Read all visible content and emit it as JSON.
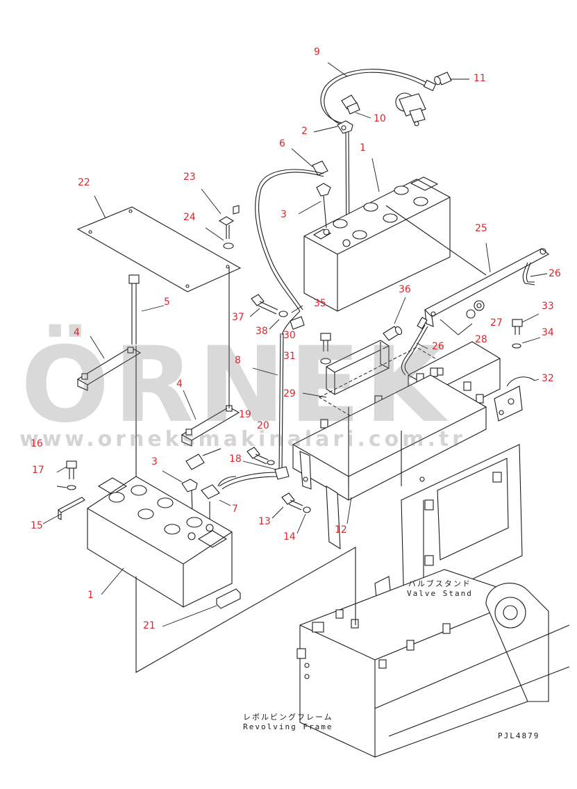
{
  "drawing": {
    "code": "PJL4879",
    "valve_stand_jp": "バルブスタンド",
    "valve_stand_en": "Valve Stand",
    "revolving_frame_jp": "レボルビングフレーム",
    "revolving_frame_en": "Revolving Frame"
  },
  "watermark": {
    "logo": "ÖRNEK",
    "url": "www.orneksmakinalari.com.tr"
  },
  "colors": {
    "callout": "#d9262c",
    "line": "#1a1a1a",
    "watermark": "#8a8a8a",
    "watermark_accent": "#f0c75a"
  },
  "callouts": [
    {
      "id": "c9",
      "label": "9"
    },
    {
      "id": "c11",
      "label": "11"
    },
    {
      "id": "c10",
      "label": "10"
    },
    {
      "id": "c2",
      "label": "2"
    },
    {
      "id": "c6",
      "label": "6"
    },
    {
      "id": "c1a",
      "label": "1"
    },
    {
      "id": "c23",
      "label": "23"
    },
    {
      "id": "c22",
      "label": "22"
    },
    {
      "id": "c24",
      "label": "24"
    },
    {
      "id": "c3a",
      "label": "3"
    },
    {
      "id": "c25",
      "label": "25"
    },
    {
      "id": "c26a",
      "label": "26"
    },
    {
      "id": "c5",
      "label": "5"
    },
    {
      "id": "c36",
      "label": "36"
    },
    {
      "id": "c35",
      "label": "35"
    },
    {
      "id": "c37",
      "label": "37"
    },
    {
      "id": "c38",
      "label": "38"
    },
    {
      "id": "c33",
      "label": "33"
    },
    {
      "id": "c27",
      "label": "27"
    },
    {
      "id": "c4a",
      "label": "4"
    },
    {
      "id": "c30",
      "label": "30"
    },
    {
      "id": "c28",
      "label": "28"
    },
    {
      "id": "c26b",
      "label": "26"
    },
    {
      "id": "c34",
      "label": "34"
    },
    {
      "id": "c8",
      "label": "8"
    },
    {
      "id": "c31",
      "label": "31"
    },
    {
      "id": "c32",
      "label": "32"
    },
    {
      "id": "c4b",
      "label": "4"
    },
    {
      "id": "c29",
      "label": "29"
    },
    {
      "id": "c19",
      "label": "19"
    },
    {
      "id": "c20",
      "label": "20"
    },
    {
      "id": "c16",
      "label": "16"
    },
    {
      "id": "c18",
      "label": "18"
    },
    {
      "id": "c3b",
      "label": "3"
    },
    {
      "id": "c17",
      "label": "17"
    },
    {
      "id": "c7",
      "label": "7"
    },
    {
      "id": "c15",
      "label": "15"
    },
    {
      "id": "c13",
      "label": "13"
    },
    {
      "id": "c14",
      "label": "14"
    },
    {
      "id": "c12",
      "label": "12"
    },
    {
      "id": "c1b",
      "label": "1"
    },
    {
      "id": "c21",
      "label": "21"
    }
  ]
}
